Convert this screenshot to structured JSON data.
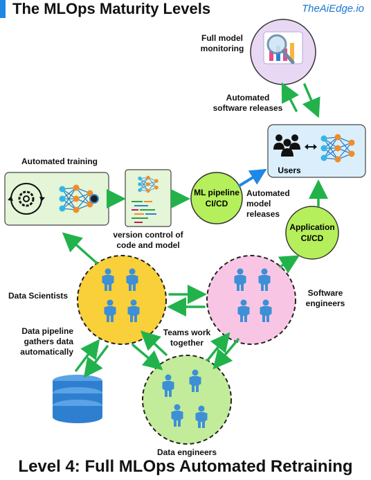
{
  "header": {
    "title": "The MLOps Maturity Levels",
    "brand": "TheAiEdge.io"
  },
  "footer": {
    "title": "Level 4: Full MLOps Automated Retraining"
  },
  "labels": {
    "full_monitoring_1": "Full model",
    "full_monitoring_2": "monitoring",
    "auto_sw_releases_1": "Automated",
    "auto_sw_releases_2": "software releases",
    "automated_training": "Automated training",
    "version_control_1": "version control of",
    "version_control_2": "code and model",
    "ml_pipeline_1": "ML pipeline",
    "ml_pipeline_2": "CI/CD",
    "auto_model_releases_1": "Automated",
    "auto_model_releases_2": "model",
    "auto_model_releases_3": "releases",
    "users": "Users",
    "app_cicd_1": "Application",
    "app_cicd_2": "CI/CD",
    "data_scientists": "Data Scientists",
    "software_engineers_1": "Software",
    "software_engineers_2": "engineers",
    "data_pipeline_1": "Data pipeline",
    "data_pipeline_2": "gathers data",
    "data_pipeline_3": "automatically",
    "teams_work_1": "Teams work",
    "teams_work_2": "together",
    "data_engineers": "Data engineers"
  },
  "colors": {
    "green_arrow": "#22b24c",
    "blue_arrow": "#1e88e5",
    "scientists_fill": "#f9cf3a",
    "engineers_fill": "#f8c6e4",
    "data_eng_fill": "#c3ec9a",
    "cicd_fill": "#b5ef5b",
    "monitor_fill": "#e8d8f3",
    "users_box": "#dbeefb",
    "training_box": "#e4f5d8",
    "people": "#3d8fd6",
    "database": "#2f7fd1"
  }
}
